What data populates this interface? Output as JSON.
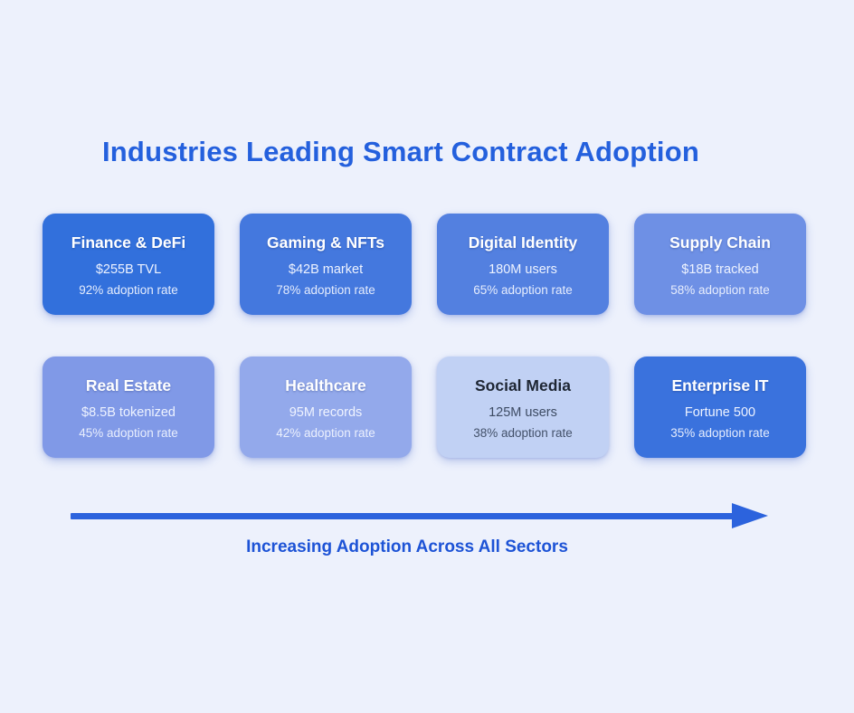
{
  "page": {
    "title": "Industries Leading Smart Contract Adoption",
    "background_color": "#edf1fc",
    "title_color": "#2460dd"
  },
  "cards": [
    {
      "industry": "Finance & DeFi",
      "metric": "$255B TVL",
      "adoption": "92% adoption rate",
      "bg": "#3270dc",
      "theme": "light",
      "title_color": "#ffffff",
      "body_color": "#eef3ff"
    },
    {
      "industry": "Gaming & NFTs",
      "metric": "$42B market",
      "adoption": "78% adoption rate",
      "bg": "#4478de",
      "theme": "light",
      "title_color": "#ffffff",
      "body_color": "#eef3ff"
    },
    {
      "industry": "Digital Identity",
      "metric": "180M users",
      "adoption": "65% adoption rate",
      "bg": "#5380e0",
      "theme": "light",
      "title_color": "#ffffff",
      "body_color": "#eef3ff"
    },
    {
      "industry": "Supply Chain",
      "metric": "$18B tracked",
      "adoption": "58% adoption rate",
      "bg": "#6e90e5",
      "theme": "light",
      "title_color": "#ffffff",
      "body_color": "#eef3ff"
    },
    {
      "industry": "Real Estate",
      "metric": "$8.5B tokenized",
      "adoption": "45% adoption rate",
      "bg": "#8099e7",
      "theme": "light",
      "title_color": "#ffffff",
      "body_color": "#eef3ff"
    },
    {
      "industry": "Healthcare",
      "metric": "95M records",
      "adoption": "42% adoption rate",
      "bg": "#93a9eb",
      "theme": "light",
      "title_color": "#ffffff",
      "body_color": "#f0f4ff"
    },
    {
      "industry": "Social Media",
      "metric": "125M users",
      "adoption": "38% adoption rate",
      "bg": "#c1d1f4",
      "theme": "dark",
      "title_color": "#1e2633",
      "body_color": "#3d4b63"
    },
    {
      "industry": "Enterprise IT",
      "metric": "Fortune 500",
      "adoption": "35% adoption rate",
      "bg": "#3a72dd",
      "theme": "light",
      "title_color": "#ffffff",
      "body_color": "#eef3ff"
    }
  ],
  "flow": {
    "label": "Increasing Adoption Across All Sectors",
    "arrow_color": "#2c63dd",
    "label_color": "#1d53d6"
  }
}
